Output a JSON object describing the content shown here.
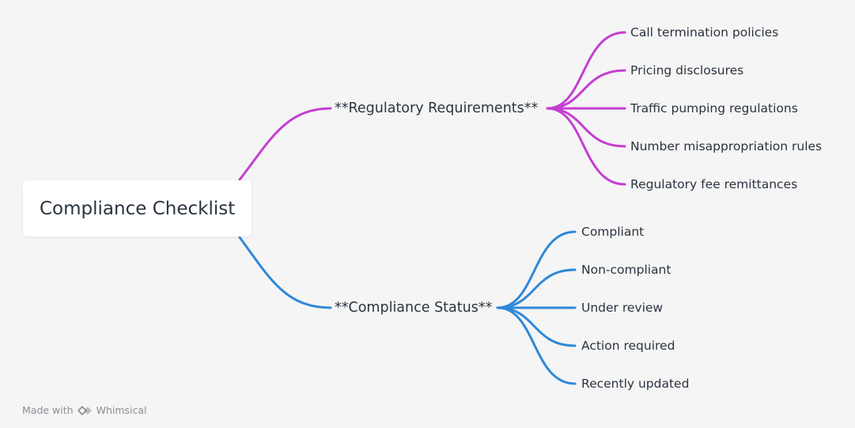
{
  "root": {
    "label": "Compliance Checklist"
  },
  "branches": [
    {
      "label": "**Regulatory Requirements**",
      "color": "#c43fd2",
      "children": [
        "Call termination policies",
        "Pricing disclosures",
        "Traffic pumping regulations",
        "Number misappropriation rules",
        "Regulatory fee remittances"
      ]
    },
    {
      "label": "**Compliance Status**",
      "color": "#2f88d8",
      "children": [
        "Compliant",
        "Non-compliant",
        "Under review",
        "Action required",
        "Recently updated"
      ]
    }
  ],
  "footer": {
    "prefix": "Made with",
    "brand": "Whimsical",
    "icon": "whimsical-logo-icon"
  }
}
